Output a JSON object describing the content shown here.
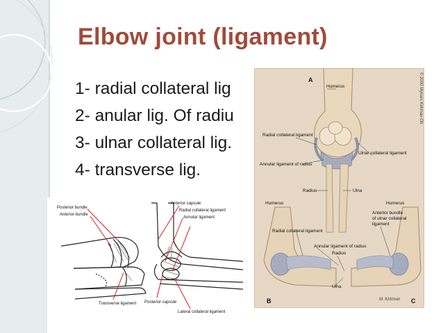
{
  "slide": {
    "title": "Elbow joint (ligament)",
    "bullets": [
      "1- radial collateral lig",
      "2- anular lig. Of radiu",
      "3- ulnar collateral lig.",
      "4- transverse lig."
    ]
  },
  "figure_left": {
    "labels": {
      "posterior_bundle": "Posterior bundle",
      "anterior_bundle": "Anterior bundle",
      "transverse_ligament": "Transverse ligament",
      "anterior_capsule": "Anterior capsule",
      "radial_collateral_ligament": "Radial collateral ligament",
      "annular_ligament": "Annular ligament",
      "posterior_capsule": "Posterior capsule",
      "lateral_collateral_ligament": "Lateral collateral ligament"
    }
  },
  "figure_right": {
    "copyright": "© 2000 Myriam Kirkman-Oh",
    "signature": "M. Kirkman",
    "panels": {
      "a": "A",
      "b": "B",
      "c": "C"
    },
    "labels": {
      "humerus_top": "Humerus",
      "radial_collateral_ligament": "Radial collateral ligament",
      "ulnar_collateral_ligament": "Ulnar collateral ligament",
      "annular_ligament_top": "Annular ligament of radius",
      "radius_top": "Radius",
      "ulna_top": "Ulna",
      "humerus_left": "Humerus",
      "humerus_right": "Humerus",
      "radial_collateral_ligament_b": "Radial collateral ligament",
      "anterior_bundle_line1": "Anterior bundle",
      "anterior_bundle_line2": "of ulnar collateral",
      "anterior_bundle_line3": "ligament",
      "annular_ligament_bottom": "Annular ligament of radius",
      "radius_bottom": "Radius",
      "ulna_bottom": "Ulna"
    }
  },
  "colors": {
    "title": "#a24a3a",
    "body_text": "#1a1a1a",
    "deco_band": "#e7ecec",
    "pointer_red": "#d81e1e",
    "bone": "#e6d3b8",
    "ligament": "#a6acc0",
    "illustration_bg": "#e6d8c4"
  }
}
